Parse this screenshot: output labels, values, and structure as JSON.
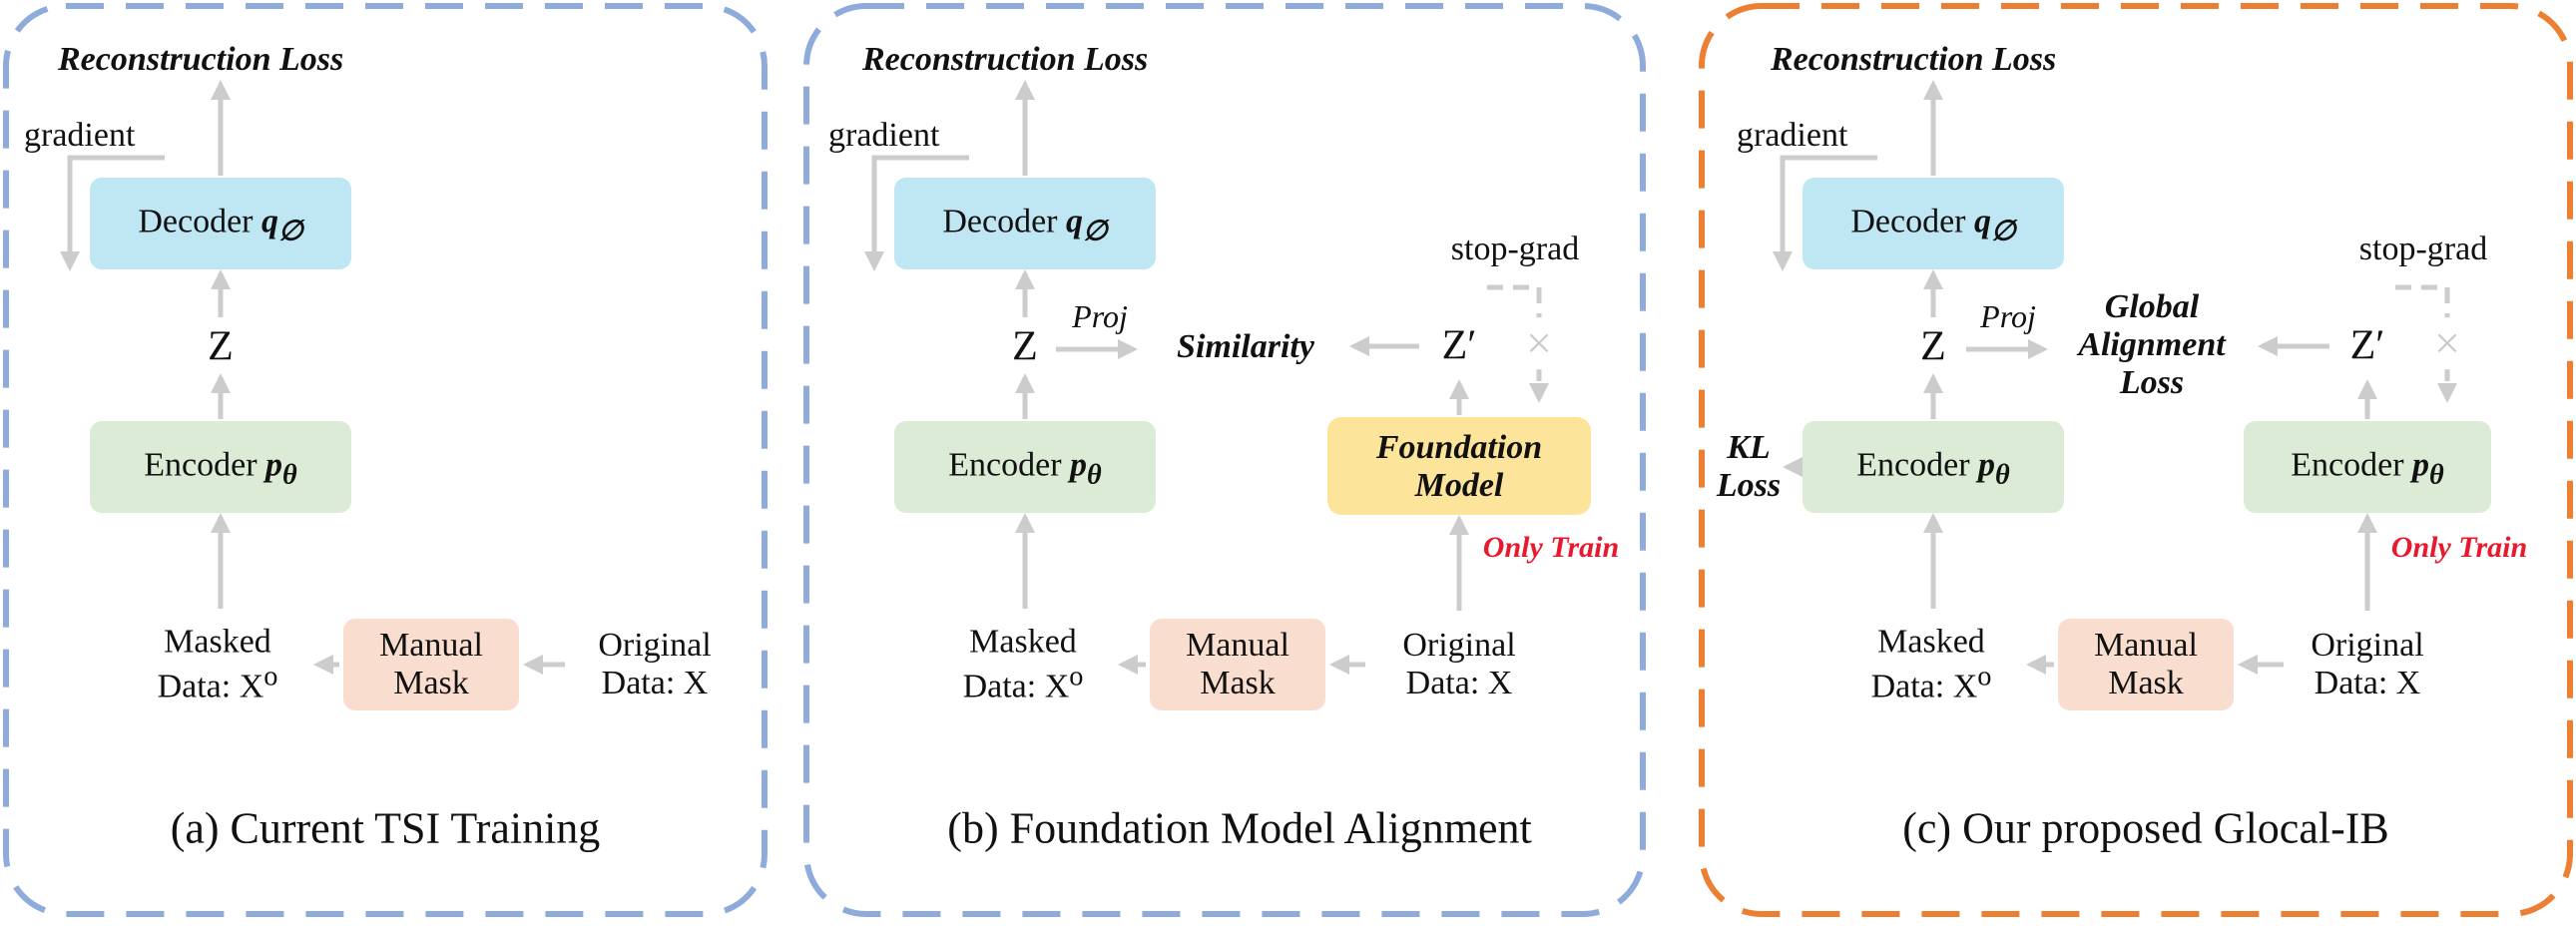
{
  "panels": [
    {
      "id": "a",
      "reconstruction_loss": "Reconstruction Loss",
      "gradient": "gradient",
      "decoder": {
        "label": "Decoder",
        "symbol": "q",
        "subscript": "∅"
      },
      "z": "Z",
      "encoder": {
        "label": "Encoder",
        "symbol": "p",
        "subscript": "θ"
      },
      "masked_data": {
        "line1": "Masked",
        "line2": "Data: X",
        "sup": "o"
      },
      "manual_mask": {
        "line1": "Manual",
        "line2": "Mask"
      },
      "original_data": {
        "line1": "Original",
        "line2": "Data: X"
      },
      "caption": "(a) Current TSI Training"
    },
    {
      "id": "b",
      "reconstruction_loss": "Reconstruction Loss",
      "gradient": "gradient",
      "decoder": {
        "label": "Decoder",
        "symbol": "q",
        "subscript": "∅"
      },
      "z": "Z",
      "proj": "Proj",
      "similarity": "Similarity",
      "z_prime": "Z′",
      "stop_grad": "stop-grad",
      "stop_mark": "×",
      "encoder": {
        "label": "Encoder",
        "symbol": "p",
        "subscript": "θ"
      },
      "foundation_model": {
        "line1": "Foundation",
        "line2": "Model"
      },
      "only_train": "Only Train",
      "masked_data": {
        "line1": "Masked",
        "line2": "Data: X",
        "sup": "o"
      },
      "manual_mask": {
        "line1": "Manual",
        "line2": "Mask"
      },
      "original_data": {
        "line1": "Original",
        "line2": "Data: X"
      },
      "caption": "(b) Foundation Model Alignment"
    },
    {
      "id": "c",
      "reconstruction_loss": "Reconstruction Loss",
      "gradient": "gradient",
      "decoder": {
        "label": "Decoder",
        "symbol": "q",
        "subscript": "∅"
      },
      "z": "Z",
      "proj": "Proj",
      "global_alignment_loss": {
        "line1": "Global",
        "line2": "Alignment",
        "line3": "Loss"
      },
      "z_prime": "Z′",
      "stop_grad": "stop-grad",
      "stop_mark": "×",
      "kl_loss": {
        "line1": "KL",
        "line2": "Loss"
      },
      "encoder": {
        "label": "Encoder",
        "symbol": "p",
        "subscript": "θ"
      },
      "encoder2": {
        "label": "Encoder",
        "symbol": "p",
        "subscript": "θ"
      },
      "only_train": "Only Train",
      "masked_data": {
        "line1": "Masked",
        "line2": "Data: X",
        "sup": "o"
      },
      "manual_mask": {
        "line1": "Manual",
        "line2": "Mask"
      },
      "original_data": {
        "line1": "Original",
        "line2": "Data: X"
      },
      "caption": "(c) Our proposed Glocal-IB"
    }
  ],
  "colors": {
    "panel_a_border": "#8eabdc",
    "panel_b_border": "#8eabdc",
    "panel_c_border": "#ec7f32",
    "decoder_fill": "#bfe6f3",
    "encoder_fill": "#dcebd5",
    "mask_fill": "#f9decf",
    "foundation_fill": "#fde49b",
    "arrow": "#cccccc",
    "only_train": "#e8192c"
  }
}
